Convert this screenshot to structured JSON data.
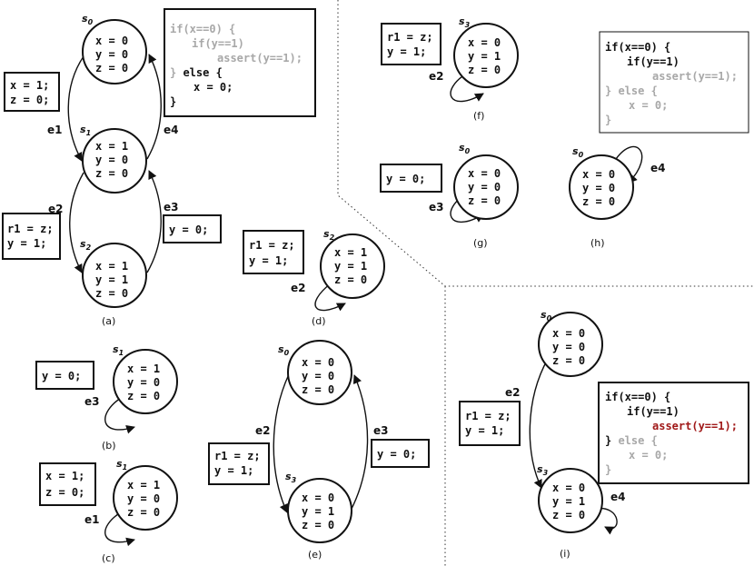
{
  "states": {
    "a0": {
      "name": "s",
      "sub": "0",
      "lines": [
        "x = 0",
        "y = 0",
        "z = 0"
      ]
    },
    "a1": {
      "name": "s",
      "sub": "1",
      "lines": [
        "x = 1",
        "y = 0",
        "z = 0"
      ]
    },
    "a2": {
      "name": "s",
      "sub": "2",
      "lines": [
        "x = 1",
        "y = 1",
        "z = 0"
      ]
    },
    "b1": {
      "name": "s",
      "sub": "1",
      "lines": [
        "x = 1",
        "y = 0",
        "z = 0"
      ]
    },
    "c1": {
      "name": "s",
      "sub": "1",
      "lines": [
        "x = 1",
        "y = 0",
        "z = 0"
      ]
    },
    "d2": {
      "name": "s",
      "sub": "2",
      "lines": [
        "x = 1",
        "y = 1",
        "z = 0"
      ]
    },
    "e0": {
      "name": "s",
      "sub": "0",
      "lines": [
        "x = 0",
        "y = 0",
        "z = 0"
      ]
    },
    "e3": {
      "name": "s",
      "sub": "3",
      "lines": [
        "x = 0",
        "y = 1",
        "z = 0"
      ]
    },
    "f3": {
      "name": "s",
      "sub": "3",
      "lines": [
        "x = 0",
        "y = 1",
        "z = 0"
      ]
    },
    "g0": {
      "name": "s",
      "sub": "0",
      "lines": [
        "x = 0",
        "y = 0",
        "z = 0"
      ]
    },
    "h0": {
      "name": "s",
      "sub": "0",
      "lines": [
        "x = 0",
        "y = 0",
        "z = 0"
      ]
    },
    "i0": {
      "name": "s",
      "sub": "0",
      "lines": [
        "x = 0",
        "y = 0",
        "z = 0"
      ]
    },
    "i3": {
      "name": "s",
      "sub": "3",
      "lines": [
        "x = 0",
        "y = 1",
        "z = 0"
      ]
    }
  },
  "actions": {
    "set_x1": [
      "x = 1;",
      "z = 0;"
    ],
    "set_r1": [
      "r1 = z;",
      "y = 1;"
    ],
    "set_y0": [
      "y = 0;"
    ]
  },
  "edges": {
    "e1": "e1",
    "e2": "e2",
    "e3": "e3",
    "e4": "e4"
  },
  "code": {
    "l1": "if(x==0) {",
    "l2": "if(y==1)",
    "l3": "assert(y==1);",
    "l4a": "} ",
    "l4b": "else {",
    "l5": "x = 0;",
    "l6": "}"
  },
  "captions": {
    "a": "(a)",
    "b": "(b)",
    "c": "(c)",
    "d": "(d)",
    "e": "(e)",
    "f": "(f)",
    "g": "(g)",
    "h": "(h)",
    "i": "(i)"
  }
}
